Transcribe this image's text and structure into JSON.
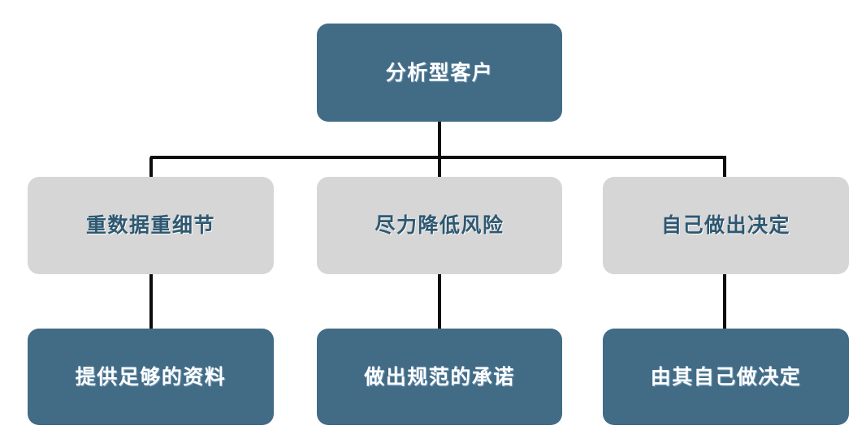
{
  "diagram": {
    "title_text": "分析型客户",
    "colors": {
      "filled_fill": "#426b85",
      "filled_text": "#ffffff",
      "light_fill": "#d6d6d6",
      "light_text": "#2e5871",
      "connector": "#0d0d0d",
      "background": "#ffffff"
    },
    "root": {
      "label": "分析型客户"
    },
    "middle_row": [
      {
        "label": "重数据重细节"
      },
      {
        "label": "尽力降低风险"
      },
      {
        "label": "自己做出决定"
      }
    ],
    "bottom_row": [
      {
        "label": "提供足够的资料"
      },
      {
        "label": "做出规范的承诺"
      },
      {
        "label": "由其自己做决定"
      }
    ]
  }
}
